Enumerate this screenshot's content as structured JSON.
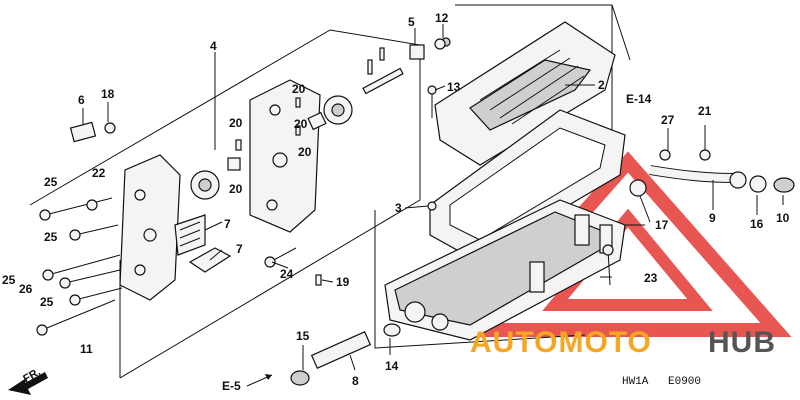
{
  "diagram": {
    "callouts": [
      {
        "id": "c4",
        "text": "4"
      },
      {
        "id": "c5",
        "text": "5"
      },
      {
        "id": "c12",
        "text": "12"
      },
      {
        "id": "c2",
        "text": "2"
      },
      {
        "id": "c13",
        "text": "13"
      },
      {
        "id": "c6",
        "text": "6"
      },
      {
        "id": "c18",
        "text": "18"
      },
      {
        "id": "c20a",
        "text": "20"
      },
      {
        "id": "c20b",
        "text": "20"
      },
      {
        "id": "c20c",
        "text": "20"
      },
      {
        "id": "c20d",
        "text": "20"
      },
      {
        "id": "c20e",
        "text": "20"
      },
      {
        "id": "c22",
        "text": "22"
      },
      {
        "id": "c25a",
        "text": "25"
      },
      {
        "id": "c25b",
        "text": "25"
      },
      {
        "id": "c25c",
        "text": "25"
      },
      {
        "id": "c25d",
        "text": "25"
      },
      {
        "id": "c26",
        "text": "26"
      },
      {
        "id": "c11",
        "text": "11"
      },
      {
        "id": "c7a",
        "text": "7"
      },
      {
        "id": "c7b",
        "text": "7"
      },
      {
        "id": "c24",
        "text": "24"
      },
      {
        "id": "c19",
        "text": "19"
      },
      {
        "id": "c3",
        "text": "3"
      },
      {
        "id": "c27",
        "text": "27"
      },
      {
        "id": "c21",
        "text": "21"
      },
      {
        "id": "c17",
        "text": "17"
      },
      {
        "id": "c9",
        "text": "9"
      },
      {
        "id": "c16",
        "text": "16"
      },
      {
        "id": "c10",
        "text": "10"
      },
      {
        "id": "c23",
        "text": "23"
      },
      {
        "id": "c15",
        "text": "15"
      },
      {
        "id": "c8",
        "text": "8"
      },
      {
        "id": "c14",
        "text": "14"
      }
    ],
    "refs": {
      "e14": "E-14",
      "e5": "E-5",
      "fr": "FR."
    },
    "footer": {
      "code_left": "HW1A",
      "code_right": "E0900"
    },
    "watermark": {
      "part1": "AUTOMOTO",
      "part2": "HUB",
      "color_orange": "#f5a623",
      "color_red": "#e53935",
      "color_gray": "#555555"
    }
  }
}
